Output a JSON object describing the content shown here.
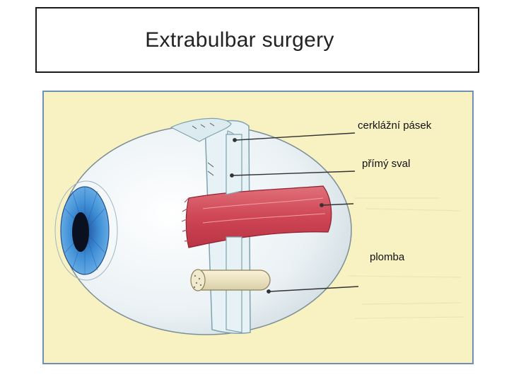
{
  "title": "Extrabulbar surgery",
  "labels": {
    "band": "cerklážní pásek",
    "muscle": "přímý sval",
    "plomb": "plomba"
  },
  "colors": {
    "background_panel": "#f8f2c2",
    "panel_border": "#6f8fb5",
    "sclera": "#eef4f6",
    "iris": "#3f8fd6",
    "pupil": "#0a1020",
    "muscle": "#cf4655",
    "band": "#e6f2f6"
  }
}
